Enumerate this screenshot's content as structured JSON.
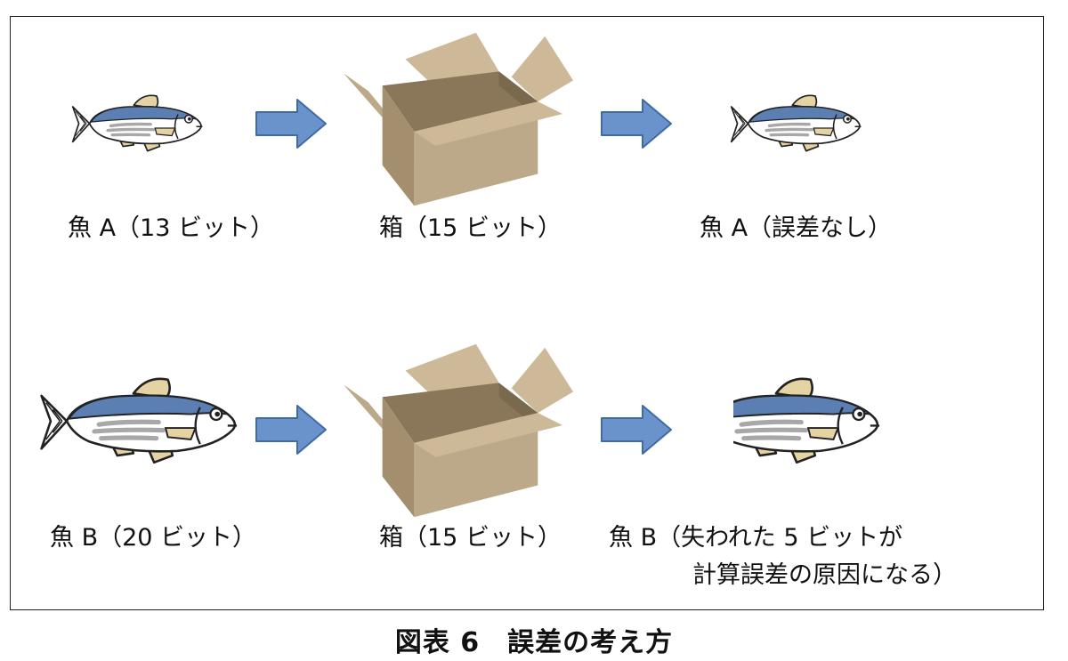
{
  "labels": {
    "fish_a_in": "魚 A（13 ビット）",
    "box_a": "箱（15 ビット）",
    "fish_a_out": "魚 A（誤差なし）",
    "fish_b_in": "魚 B（20 ビット）",
    "box_b": "箱（15 ビット）",
    "fish_b_out_line1": "魚 B（失われた 5 ビットが",
    "fish_b_out_line2": "計算誤差の原因になる）"
  },
  "caption": "図表 6　誤差の考え方",
  "colors": {
    "fish_back": "#5b7fb3",
    "fish_fin": "#e6d3a4",
    "fish_stripe": "#a8a8a8",
    "arrow_fill": "#6a93cc",
    "arrow_stroke": "#3e6aa6",
    "box_front": "#bca98a",
    "box_side": "#a38f6d",
    "box_inside": "#8a7658",
    "box_flap": "#cdb997"
  }
}
